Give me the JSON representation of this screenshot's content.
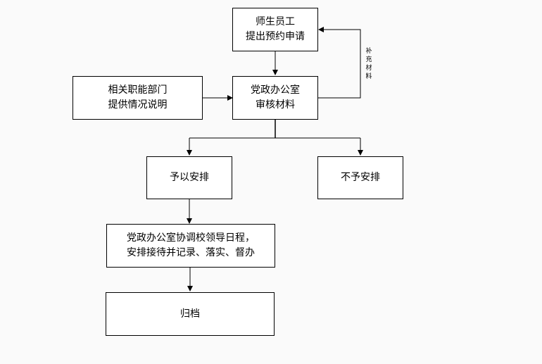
{
  "nodes": {
    "apply": {
      "line1": "师生员工",
      "line2": "提出预约申请"
    },
    "review": {
      "line1": "党政办公室",
      "line2": "审核材料"
    },
    "dept": {
      "line1": "相关职能部门",
      "line2": "提供情况说明"
    },
    "arrange": {
      "label": "予以安排"
    },
    "reject": {
      "label": "不予安排"
    },
    "coordinate": {
      "line1": "党政办公室协调校领导日程，",
      "line2": "安排接待并记录、落实、督办"
    },
    "archive": {
      "label": "归档"
    }
  },
  "edges": {
    "supplement_label": "补充材料"
  }
}
